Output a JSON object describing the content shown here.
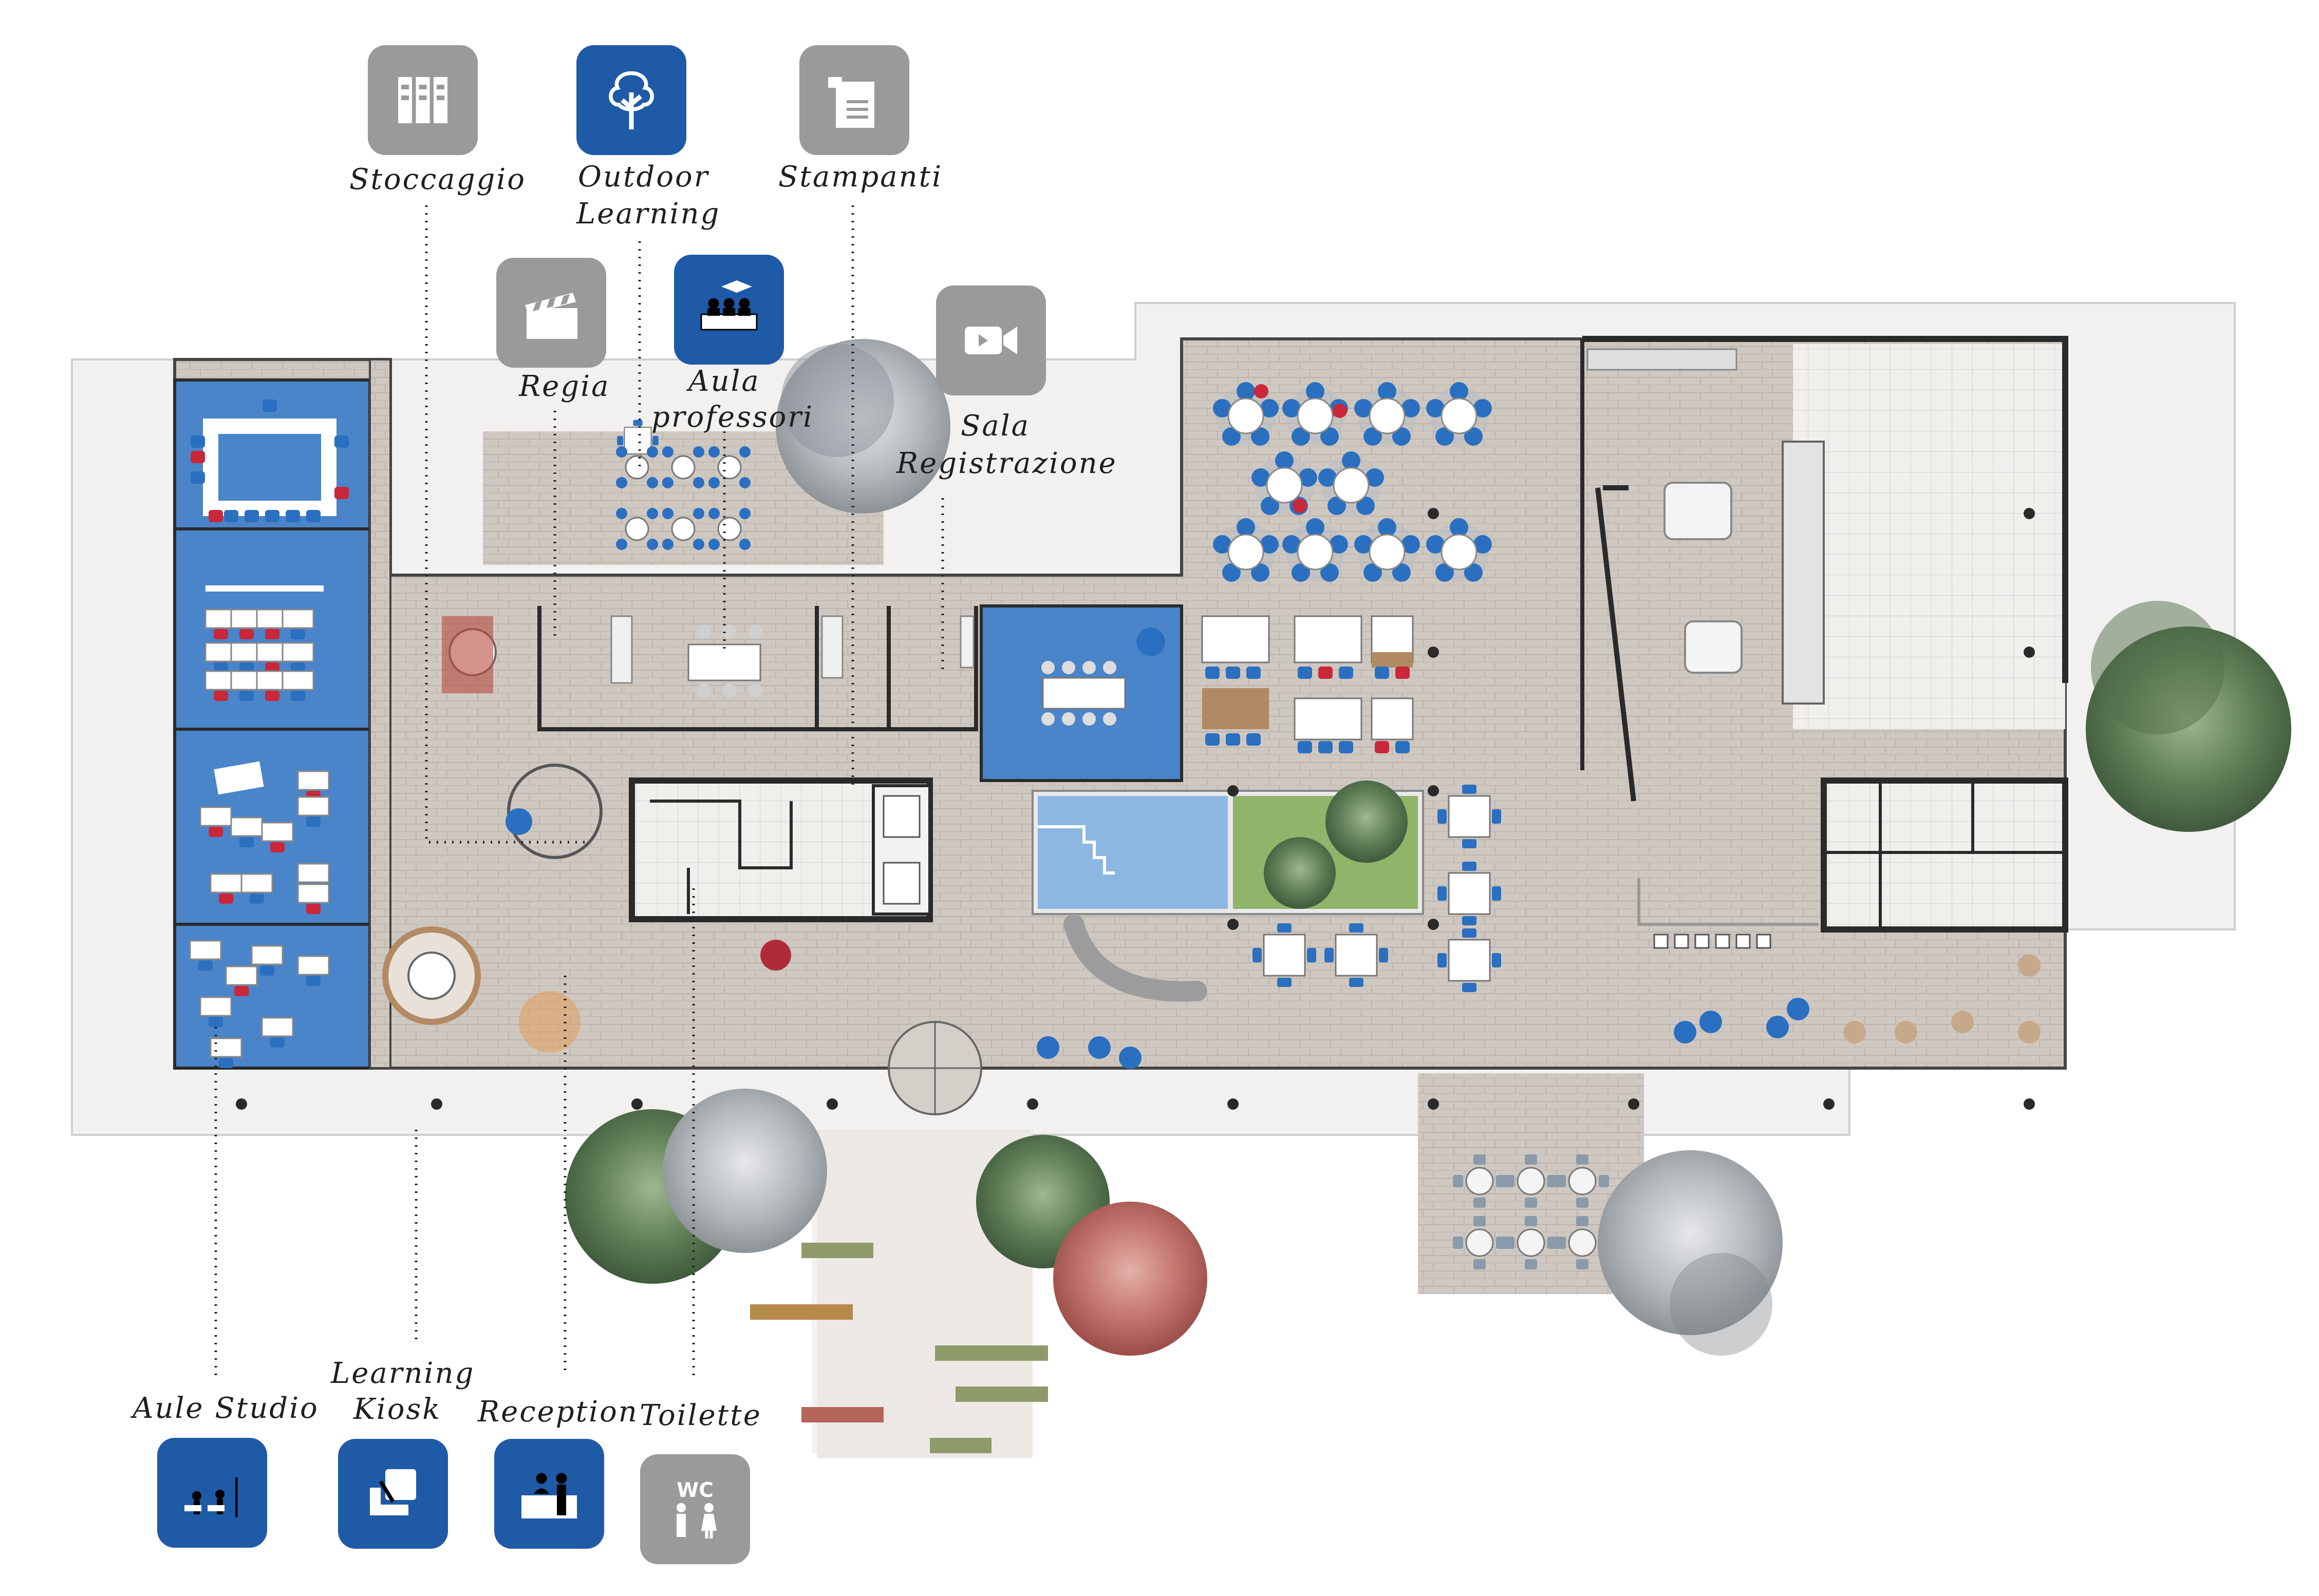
{
  "labels": {
    "stoccaggio": "Stoccaggio",
    "outdoor_learning_1": "Outdoor",
    "outdoor_learning_2": "Learning",
    "stampanti": "Stampanti",
    "regia": "Regia",
    "aula_professori_1": "Aula",
    "aula_professori_2": "professori",
    "sala_registrazione_1": "Sala",
    "sala_registrazione_2": "Registrazione",
    "aule_studio": "Aule  Studio",
    "learning_kiosk_1": "Learning",
    "learning_kiosk_2": "Kiosk",
    "reception": "Reception",
    "toilette": "Toilette",
    "wc": "WC"
  },
  "icons": [
    {
      "key": "stoccaggio",
      "name": "storage-binders-icon",
      "color": "#9a9a9a"
    },
    {
      "key": "outdoor_learning",
      "name": "tree-icon",
      "color": "#1f5aa6"
    },
    {
      "key": "stampanti",
      "name": "printer-icon",
      "color": "#9a9a9a"
    },
    {
      "key": "regia",
      "name": "clapperboard-icon",
      "color": "#9a9a9a"
    },
    {
      "key": "aula_professori",
      "name": "teachers-meeting-icon",
      "color": "#1f5aa6"
    },
    {
      "key": "sala_registrazione",
      "name": "video-camera-icon",
      "color": "#9a9a9a"
    },
    {
      "key": "aule_studio",
      "name": "classroom-desks-icon",
      "color": "#1f5aa6"
    },
    {
      "key": "learning_kiosk",
      "name": "kiosk-chair-icon",
      "color": "#1f5aa6"
    },
    {
      "key": "reception",
      "name": "reception-desk-icon",
      "color": "#1f5aa6"
    },
    {
      "key": "toilette",
      "name": "wc-icon",
      "color": "#9a9a9a"
    }
  ],
  "colors": {
    "blue_rooms": "#4a84c9",
    "floor": "#cdc6bf",
    "walls": "#2a2a2a",
    "icon_blue": "#1f5aa6",
    "icon_gray": "#9a9a9a",
    "chair_red": "#c8283a",
    "chair_blue": "#2b6fc0",
    "water": "#8db7e0",
    "lawn": "#8fb46a"
  }
}
